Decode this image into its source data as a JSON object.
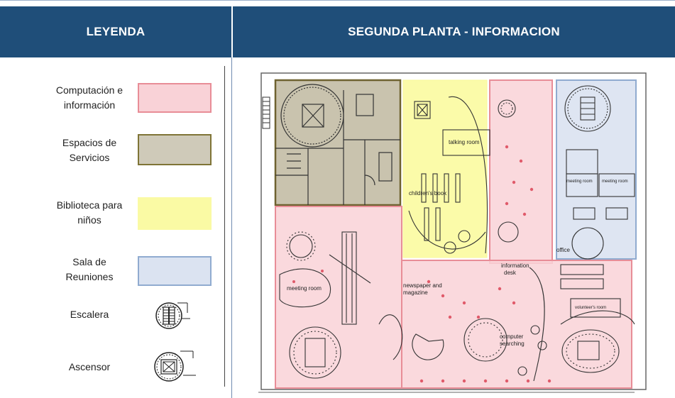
{
  "header": {
    "legend_title": "LEYENDA",
    "plan_title": "SEGUNDA PLANTA - INFORMACION"
  },
  "legend": {
    "items": [
      {
        "label_line1": "Computación e",
        "label_line2": "información",
        "fill": "#f9d2d7",
        "border": "#e88d97"
      },
      {
        "label_line1": "Espacios de",
        "label_line2": "Servicios",
        "fill": "#cfcab9",
        "border": "#7f7436"
      },
      {
        "label_line1": "Biblioteca para",
        "label_line2": "niños",
        "fill": "#fafaa4",
        "border": "#fafaa4"
      },
      {
        "label_line1": "Sala de",
        "label_line2": "Reuniones",
        "fill": "#dbe3f1",
        "border": "#90abd0"
      }
    ],
    "stairs_label": "Escalera",
    "stairs_icon": "stairs-icon",
    "elevator_label": "Ascensor",
    "elevator_icon": "elevator-icon"
  },
  "plan": {
    "labels": {
      "talking_room": "talking room",
      "childrens_book": "children's book",
      "meeting_room_left": "meeting room",
      "meeting_room_1": "meeting room",
      "meeting_room_2": "meeting room",
      "information_desk_1": "information",
      "information_desk_2": "desk",
      "office": "office",
      "newspaper_1": "newspaper and",
      "newspaper_2": "magazine",
      "computer_1": "computer",
      "computer_2": "searching",
      "volunteers_room": "volunteer's room"
    },
    "zone_colors": {
      "computing": "#f9d2d7",
      "computing_border": "#e88d97",
      "services": "#bfb8a0",
      "services_border": "#6e6230",
      "kids": "#fafa9a",
      "meetings": "#d8e1f0",
      "meetings_border": "#90abd0"
    }
  }
}
